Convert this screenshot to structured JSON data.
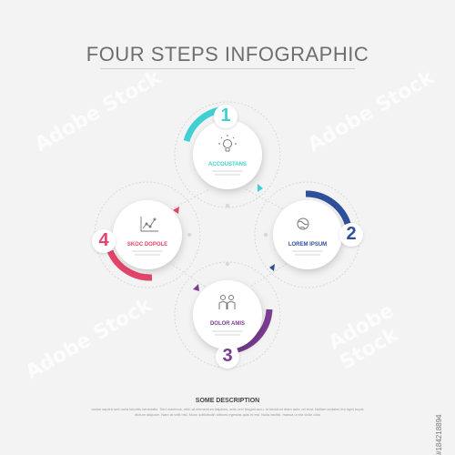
{
  "title": "FOUR STEPS INFOGRAPHIC",
  "steps": [
    {
      "number": "1",
      "label": "ACCOUSTANS",
      "color": "#3fd0d3",
      "icon": "lightbulb-icon"
    },
    {
      "number": "2",
      "label": "LOREM IPSUM",
      "color": "#2e4f9a",
      "icon": "globe-icon"
    },
    {
      "number": "3",
      "label": "DOLOR AMIS",
      "color": "#7b3d93",
      "icon": "people-icon"
    },
    {
      "number": "4",
      "label": "SKOC DOPOLE",
      "color": "#e3456a",
      "icon": "chart-icon"
    }
  ],
  "description": {
    "title": "SOME DESCRIPTION",
    "text": "varius sapien sed nulla lobortis venenatis. Sed maximus, nibh at elementum dapibus, ante orci feugiat arcu, id tincidunt diam ante vel erat. Nullam sodales leo eget turpis dictum aliquam. Nam at velit nisl. Nunc sollicitudin ultrices egestas quis et est. Nulla facilisi, massa ut est dolor odio"
  },
  "watermark": "Adobe Stock",
  "stock_id": "#184218894"
}
